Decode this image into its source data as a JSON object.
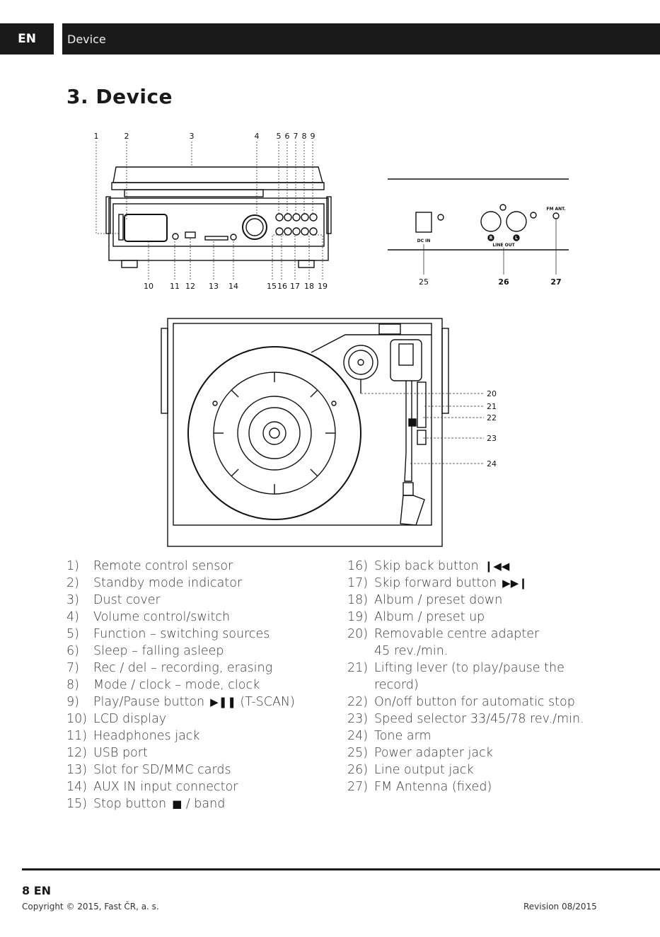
{
  "header": {
    "lang": "EN",
    "section": "Device"
  },
  "title": "3. Device",
  "figure": {
    "top_labels": [
      "1",
      "2",
      "3",
      "4",
      "5",
      "6",
      "7",
      "8",
      "9"
    ],
    "bottom_labels": [
      "10",
      "11",
      "12",
      "13",
      "14",
      "15",
      "16",
      "17",
      "18",
      "19"
    ],
    "rear_labels": [
      "25",
      "26",
      "27"
    ],
    "rear_text": {
      "dc_in": "DC IN",
      "line_out": "LINE OUT",
      "fm_ant": "FM ANT.",
      "r": "R",
      "l": "L"
    },
    "side_labels": [
      "20",
      "21",
      "22",
      "23",
      "24"
    ]
  },
  "legend_left": [
    {
      "num": "1)",
      "text": "Remote control sensor"
    },
    {
      "num": "2)",
      "text": "Standby mode indicator"
    },
    {
      "num": "3)",
      "text": "Dust cover"
    },
    {
      "num": "4)",
      "text": "Volume control/switch"
    },
    {
      "num": "5)",
      "text": "Function – switching sources"
    },
    {
      "num": "6)",
      "text": "Sleep – falling asleep"
    },
    {
      "num": "7)",
      "text": "Rec / del – recording, erasing"
    },
    {
      "num": "8)",
      "text": "Mode / clock – mode, clock"
    },
    {
      "num": "9)",
      "text": "Play/Pause button",
      "glyph": "▶❚❚",
      "after": " (T-SCAN)"
    },
    {
      "num": "10)",
      "text": "LCD display"
    },
    {
      "num": "11)",
      "text": "Headphones jack"
    },
    {
      "num": "12)",
      "text": "USB port"
    },
    {
      "num": "13)",
      "text": "Slot for SD/MMC cards"
    },
    {
      "num": "14)",
      "text": "AUX IN input connector"
    },
    {
      "num": "15)",
      "text": "Stop button",
      "glyph": "■",
      "after": " / band"
    }
  ],
  "legend_right": [
    {
      "num": "16)",
      "text": "Skip back button",
      "glyph": "❙◀◀"
    },
    {
      "num": "17)",
      "text": "Skip forward button",
      "glyph": "▶▶❙"
    },
    {
      "num": "18)",
      "text": "Album / preset down"
    },
    {
      "num": "19)",
      "text": "Album / preset up"
    },
    {
      "num": "20)",
      "text": "Removable centre adapter",
      "cont": "45 rev./min."
    },
    {
      "num": "21)",
      "text": "Lifting lever (to play/pause the",
      "cont": "record)"
    },
    {
      "num": "22)",
      "text": "On/off button for automatic stop"
    },
    {
      "num": "23)",
      "text": "Speed selector 33/45/78 rev./min."
    },
    {
      "num": "24)",
      "text": "Tone arm"
    },
    {
      "num": "25)",
      "text": "Power adapter jack"
    },
    {
      "num": "26)",
      "text": "Line output jack"
    },
    {
      "num": "27)",
      "text": "FM Antenna (fixed)"
    }
  ],
  "footer": {
    "page": "8 EN",
    "copyright": "Copyright © 2015, Fast ČR, a. s.",
    "revision": "Revision 08/2015"
  }
}
